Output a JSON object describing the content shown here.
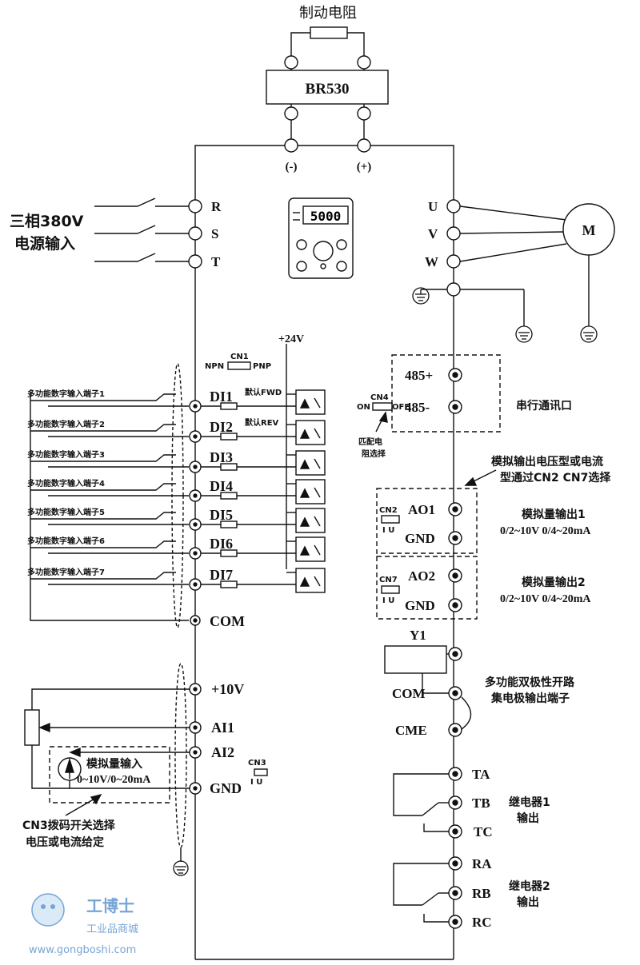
{
  "brake": {
    "title": "制动电阻",
    "unit": "BR530",
    "minus": "(-)",
    "plus": "(+)"
  },
  "power_input": {
    "line1": "三相380V",
    "line2": "电源输入",
    "r": "R",
    "s": "S",
    "t": "T"
  },
  "motor": {
    "u": "U",
    "v": "V",
    "w": "W",
    "label": "M"
  },
  "keypad": {
    "display": "5000"
  },
  "supply": {
    "plus24": "+24V"
  },
  "cn1": {
    "name": "CN1",
    "npn": "NPN",
    "pnp": "PNP"
  },
  "di_rows": [
    {
      "desc": "多功能数字输入端子1",
      "term": "DI1",
      "note": "默认FWD"
    },
    {
      "desc": "多功能数字输入端子2",
      "term": "DI2",
      "note": "默认REV"
    },
    {
      "desc": "多功能数字输入端子3",
      "term": "DI3",
      "note": ""
    },
    {
      "desc": "多功能数字输入端子4",
      "term": "DI4",
      "note": ""
    },
    {
      "desc": "多功能数字输入端子5",
      "term": "DI5",
      "note": ""
    },
    {
      "desc": "多功能数字输入端子6",
      "term": "DI6",
      "note": ""
    },
    {
      "desc": "多功能数字输入端子7",
      "term": "DI7",
      "note": ""
    }
  ],
  "com": "COM",
  "comm": {
    "p485": "485+",
    "n485": "485-",
    "cn4": "CN4",
    "on": "ON",
    "off": "OFF",
    "match1": "匹配电",
    "match2": "阻选择",
    "label": "串行通讯口"
  },
  "ao_note": {
    "line1": "模拟输出电压型或电流",
    "line2": "型通过CN2 CN7选择"
  },
  "ao1": {
    "cn": "CN2",
    "iu": "I U",
    "term": "AO1",
    "gnd": "GND",
    "label": "模拟量输出1",
    "range": "0/2~10V  0/4~20mA"
  },
  "ao2": {
    "cn": "CN7",
    "iu": "I U",
    "term": "AO2",
    "gnd": "GND",
    "label": "模拟量输出2",
    "range": "0/2~10V  0/4~20mA"
  },
  "oc": {
    "y1": "Y1",
    "com": "COM",
    "cme": "CME",
    "line1": "多功能双极性开路",
    "line2": "集电极输出端子"
  },
  "ai": {
    "p10v": "+10V",
    "ai1": "AI1",
    "ai2": "AI2",
    "gnd": "GND",
    "cn3": "CN3",
    "iu": "I U",
    "box1": "模拟量输入",
    "box2": "0~10V/0~20mA",
    "note1": "CN3拨码开关选择",
    "note2": "电压或电流给定"
  },
  "relay1": {
    "a": "TA",
    "b": "TB",
    "c": "TC",
    "label1": "继电器1",
    "label2": "输出"
  },
  "relay2": {
    "a": "RA",
    "b": "RB",
    "c": "RC",
    "label1": "继电器2",
    "label2": "输出"
  },
  "watermark": {
    "brand": "工博士",
    "sub": "工业品商城",
    "url": "www.gongboshi.com"
  }
}
